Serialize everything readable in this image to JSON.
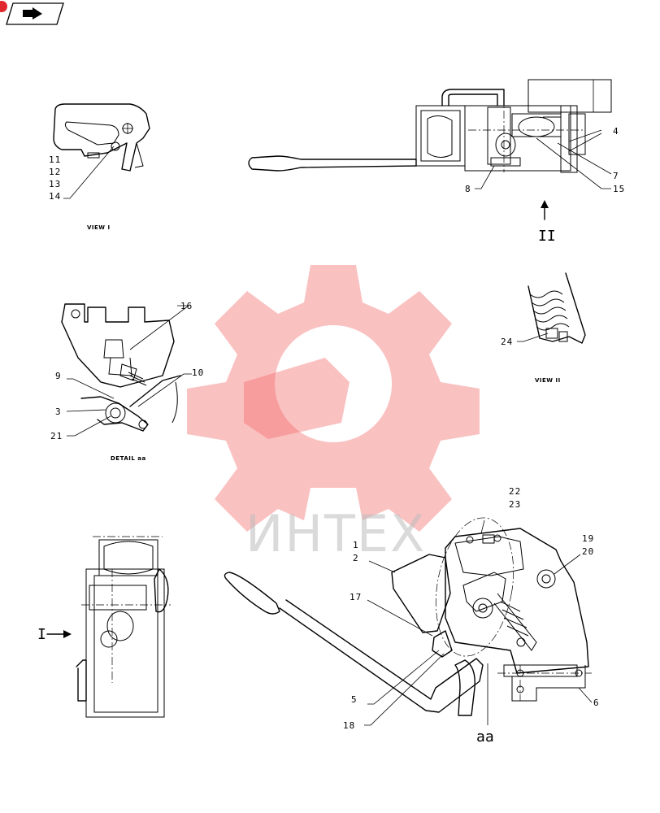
{
  "watermark": {
    "text": "ИНТЕХ",
    "color": "#f36b6b"
  },
  "nav_icon": "back-arrow-icon",
  "captions": {
    "view_i": "VIEW I",
    "view_ii": "VIEW II",
    "detail_aa": "DETAIL aa",
    "arrow_ii": "II",
    "arrow_i": "I",
    "aa": "aa"
  },
  "callouts": [
    "1",
    "2",
    "3",
    "4",
    "5",
    "6",
    "7",
    "8",
    "9",
    "10",
    "11",
    "12",
    "13",
    "14",
    "15",
    "16",
    "17",
    "18",
    "19",
    "20",
    "21",
    "22",
    "23",
    "24"
  ]
}
